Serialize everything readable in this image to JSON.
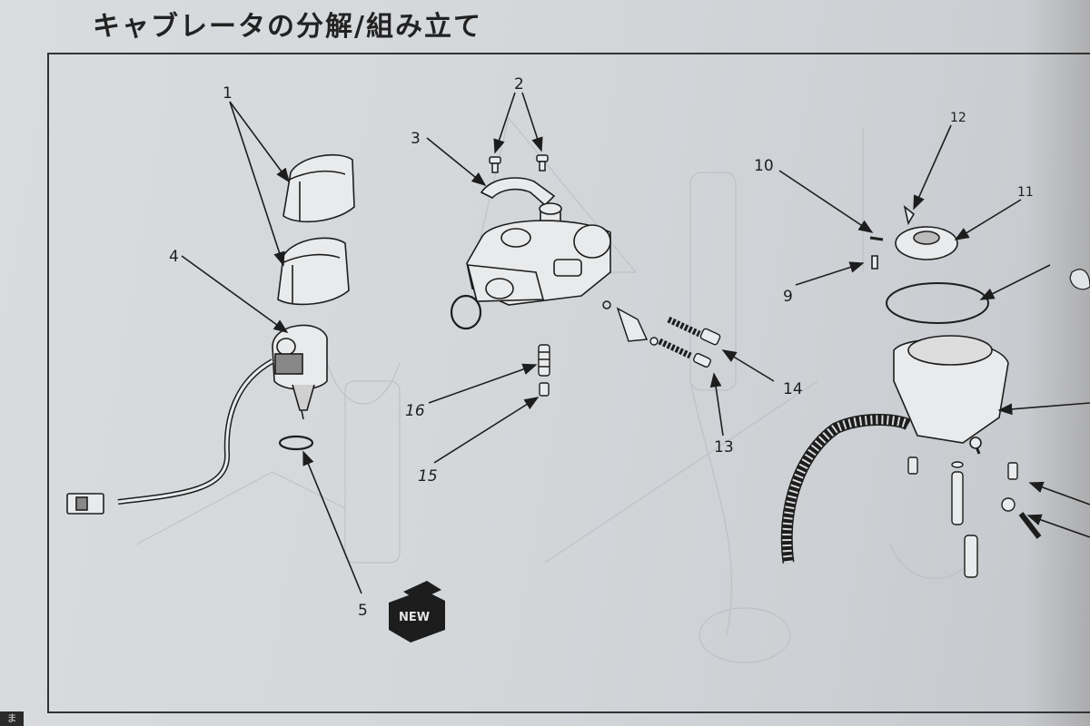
{
  "header": {
    "title": "キャブレータの分解/組み立て"
  },
  "callouts": [
    {
      "id": "1",
      "label": "1"
    },
    {
      "id": "2",
      "label": "2"
    },
    {
      "id": "3",
      "label": "3"
    },
    {
      "id": "4",
      "label": "4"
    },
    {
      "id": "5",
      "label": "5"
    },
    {
      "id": "9",
      "label": "9"
    },
    {
      "id": "10",
      "label": "10"
    },
    {
      "id": "11",
      "label": "11"
    },
    {
      "id": "12",
      "label": "12"
    },
    {
      "id": "13",
      "label": "13"
    },
    {
      "id": "14",
      "label": "14"
    },
    {
      "id": "15",
      "label": "15"
    },
    {
      "id": "16",
      "label": "16"
    }
  ],
  "new_badge": {
    "label": "NEW"
  },
  "corner_label": "ま",
  "icons": [
    "new-part-icon",
    "arrow-icon"
  ],
  "colors": {
    "ink": "#1d1d1d",
    "paper": "#d6d9dc",
    "faint_print": "#b9bdc2"
  }
}
